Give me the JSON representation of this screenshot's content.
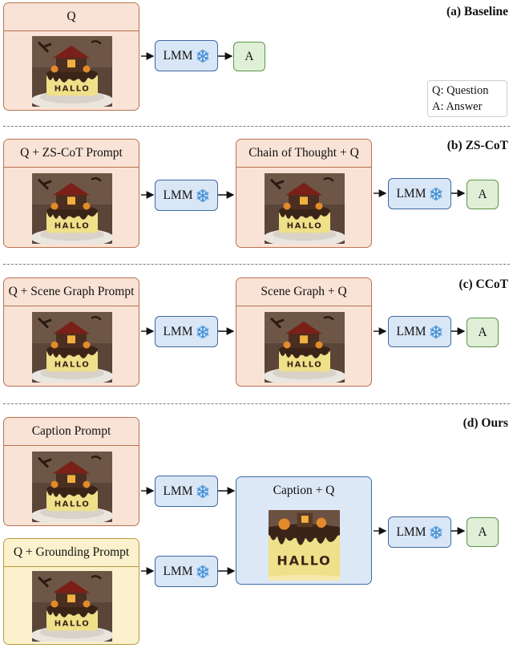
{
  "sections": {
    "baseline": "(a) Baseline",
    "zscot": "(b) ZS-CoT",
    "ccot": "(c) CCoT",
    "ours": "(d) Ours"
  },
  "legend": {
    "q": "Q: Question",
    "a": "A: Answer"
  },
  "boxes": {
    "a_input": "Q",
    "b_input": "Q + ZS-CoT Prompt",
    "b_mid": "Chain of Thought + Q",
    "c_input": "Q + Scene Graph Prompt",
    "c_mid": "Scene Graph + Q",
    "d_caption": "Caption Prompt",
    "d_grounding": "Q + Grounding Prompt",
    "d_mid": "Caption + Q"
  },
  "model_label": "LMM",
  "answer_label": "A",
  "cake_text": "HALLO",
  "icons": {
    "model": "snowflake-icon",
    "image": "halloween-cake-photo"
  },
  "colors": {
    "prompt_box": "#f9e3d6",
    "grounding_box": "#fbf1cc",
    "model_box": "#d9e6f5",
    "answer_box": "#dff0d6"
  }
}
